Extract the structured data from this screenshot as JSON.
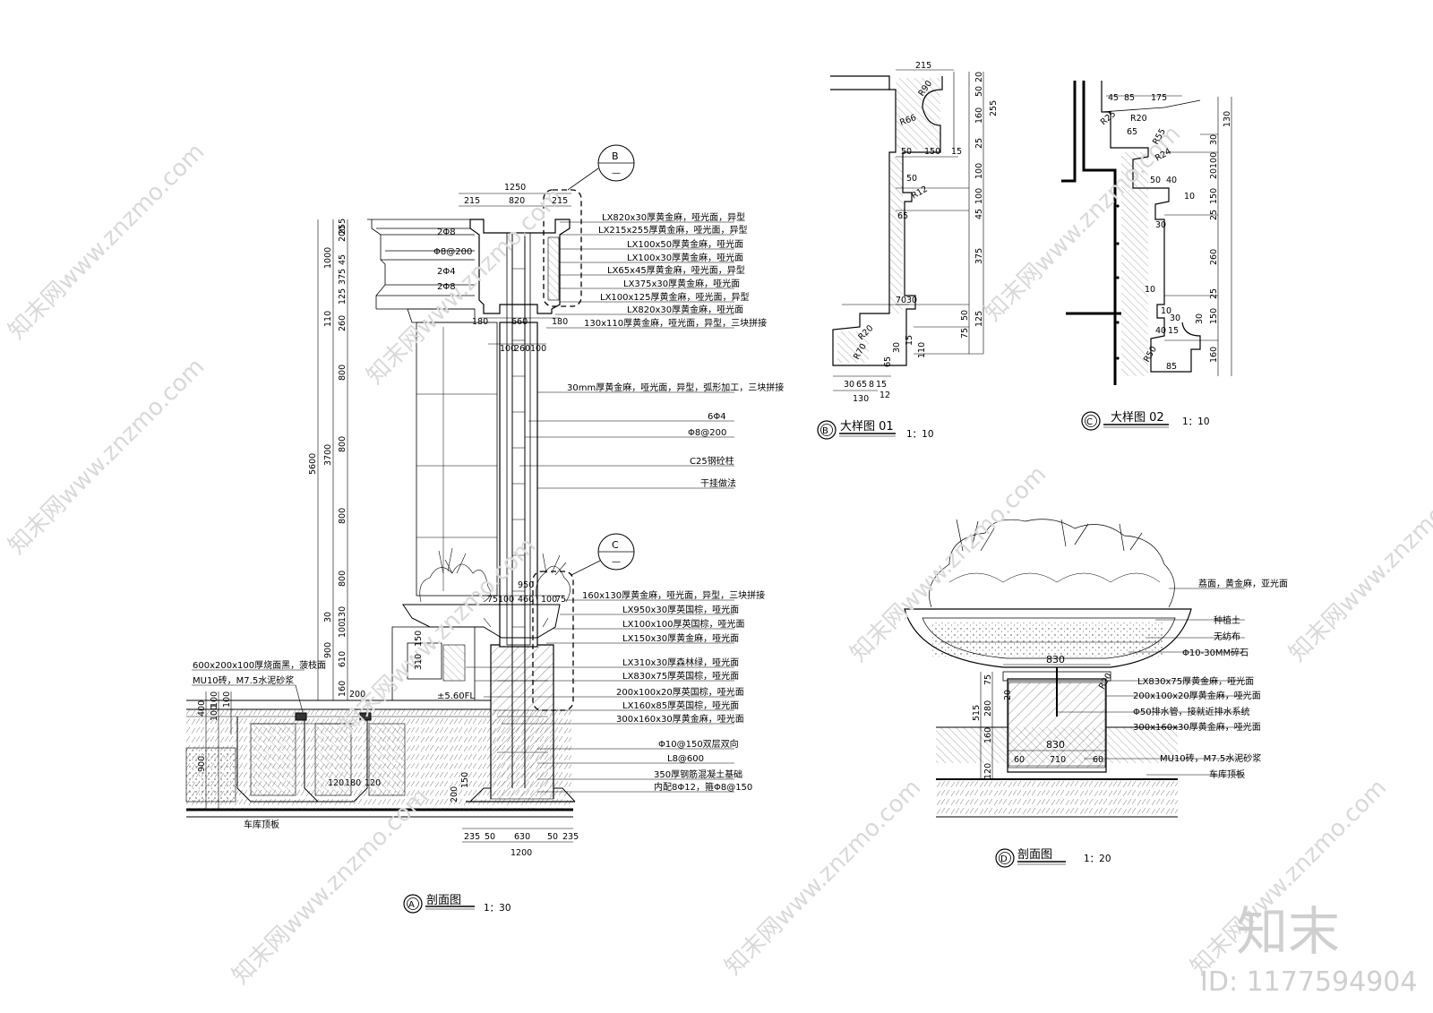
{
  "drawing_a": {
    "title": "剖面图",
    "tag": "A",
    "scale": "1：30",
    "callout_b": {
      "letter": "B",
      "sub": "—"
    },
    "callout_c": {
      "letter": "C",
      "sub": "—"
    },
    "top_dims": [
      "1250",
      "215",
      "820",
      "215"
    ],
    "mid_dims": [
      "180",
      "660",
      "180"
    ],
    "shaft_dims": [
      "100",
      "260",
      "100"
    ],
    "base_dims": [
      "235",
      "50",
      "630",
      "50",
      "235"
    ],
    "base_total": "1200",
    "planter_dims": [
      "75",
      "100",
      "460",
      "100",
      "75"
    ],
    "planter_w": "950",
    "left_total": "5600",
    "left_mid": [
      "1000",
      "3700",
      "900"
    ],
    "left_inner": [
      "200",
      "255",
      "45",
      "375",
      "125",
      "110",
      "260",
      "800",
      "800",
      "800",
      "800",
      "30",
      "130",
      "100",
      "610",
      "160"
    ],
    "foot_dims": [
      "400",
      "100",
      "100",
      "100",
      "900",
      "120",
      "180",
      "120",
      "200"
    ],
    "small_dims": [
      "310",
      "150",
      "150",
      "200"
    ],
    "level": "±5.60FL",
    "rebar_left": [
      "2Φ8",
      "Φ8@200",
      "2Φ4",
      "2Φ8"
    ],
    "labels_top": [
      "LX820x30厚黄金麻，哑光面，异型",
      "LX215x255厚黄金麻，哑光面，异型",
      "LX100x50厚黄金麻，哑光面",
      "LX100x30厚黄金麻，哑光面",
      "LX65x45厚黄金麻，哑光面，异型",
      "LX375x30厚黄金麻，哑光面",
      "LX100x125厚黄金麻，哑光面，异型",
      "LX820x30厚黄金麻，哑光面",
      "130x110厚黄金麻，哑光面，异型，三块拼接"
    ],
    "labels_mid": [
      "30mm厚黄金麻，哑光面，异型，弧形加工，三块拼接",
      "6Φ4",
      "Φ8@200",
      "C25钢砼柱",
      "干挂做法"
    ],
    "labels_low": [
      "160x130厚黄金麻，哑光面，异型，三块拼接",
      "LX950x30厚英国棕，哑光面",
      "LX100x100厚英国棕，哑光面",
      "LX150x30厚黄金麻，哑光面",
      "LX310x30厚森林绿，哑光面",
      "LX830x75厚英国棕，哑光面",
      "200x100x20厚英国棕，哑光面",
      "LX160x85厚英国棕，哑光面",
      "300x160x30厚黄金麻，哑光面",
      "Φ10@150双层双向",
      "L8@600",
      "350厚钢筋混凝土基础",
      "内配8Φ12，箍Φ8@150"
    ],
    "labels_left": [
      "600x200x100厚烧面黑，菠枝面",
      "MU10砖，M7.5水泥砂浆"
    ],
    "slab": "车库顶板"
  },
  "drawing_b": {
    "title": "大样图 01",
    "tag": "B",
    "scale": "1：10",
    "dims_right": [
      "20",
      "50",
      "255",
      "160",
      "25",
      "100",
      "100",
      "45",
      "375",
      "125",
      "75",
      "50",
      "110"
    ],
    "dims_other": [
      "215",
      "R90",
      "R66",
      "50",
      "150",
      "15",
      "50",
      "R12",
      "65",
      "70",
      "30",
      "R20",
      "R70",
      "30",
      "15",
      "65",
      "30",
      "65",
      "8",
      "15",
      "130",
      "12"
    ]
  },
  "drawing_c": {
    "title": "大样图 02",
    "tag": "C",
    "scale": "1：10",
    "dims_right": [
      "130",
      "30",
      "100",
      "20",
      "150",
      "25",
      "260",
      "25",
      "150",
      "30",
      "160"
    ],
    "dims_other": [
      "45",
      "85",
      "175",
      "R25",
      "R20",
      "65",
      "R24",
      "R55",
      "50",
      "40",
      "10",
      "30",
      "10",
      "10",
      "30",
      "40",
      "15",
      "R50",
      "85"
    ]
  },
  "drawing_d": {
    "title": "剖面图",
    "tag": "D",
    "scale": "1：20",
    "top_width": "830",
    "base_width": "830",
    "inner": [
      "60",
      "710",
      "60"
    ],
    "left_dims": [
      "515",
      "75",
      "280",
      "160",
      "120"
    ],
    "r": "R20",
    "r2": "20",
    "labels_bowl": [
      "荔面，黄金麻，亚光面",
      "种植土",
      "无纺布",
      "Φ10-30MM碎石"
    ],
    "labels_base": [
      "LX830x75厚黄金麻，哑光面",
      "200x100x20厚黄金麻，哑光面",
      "Φ50排水管，接就近排水系统",
      "300x160x30厚黄金麻，哑光面",
      "MU10砖，M7.5水泥砂浆",
      "车库顶板"
    ]
  },
  "watermark": {
    "text": "知末网www.znzmo.com",
    "brand": "知末",
    "id": "ID: 1177594904"
  }
}
